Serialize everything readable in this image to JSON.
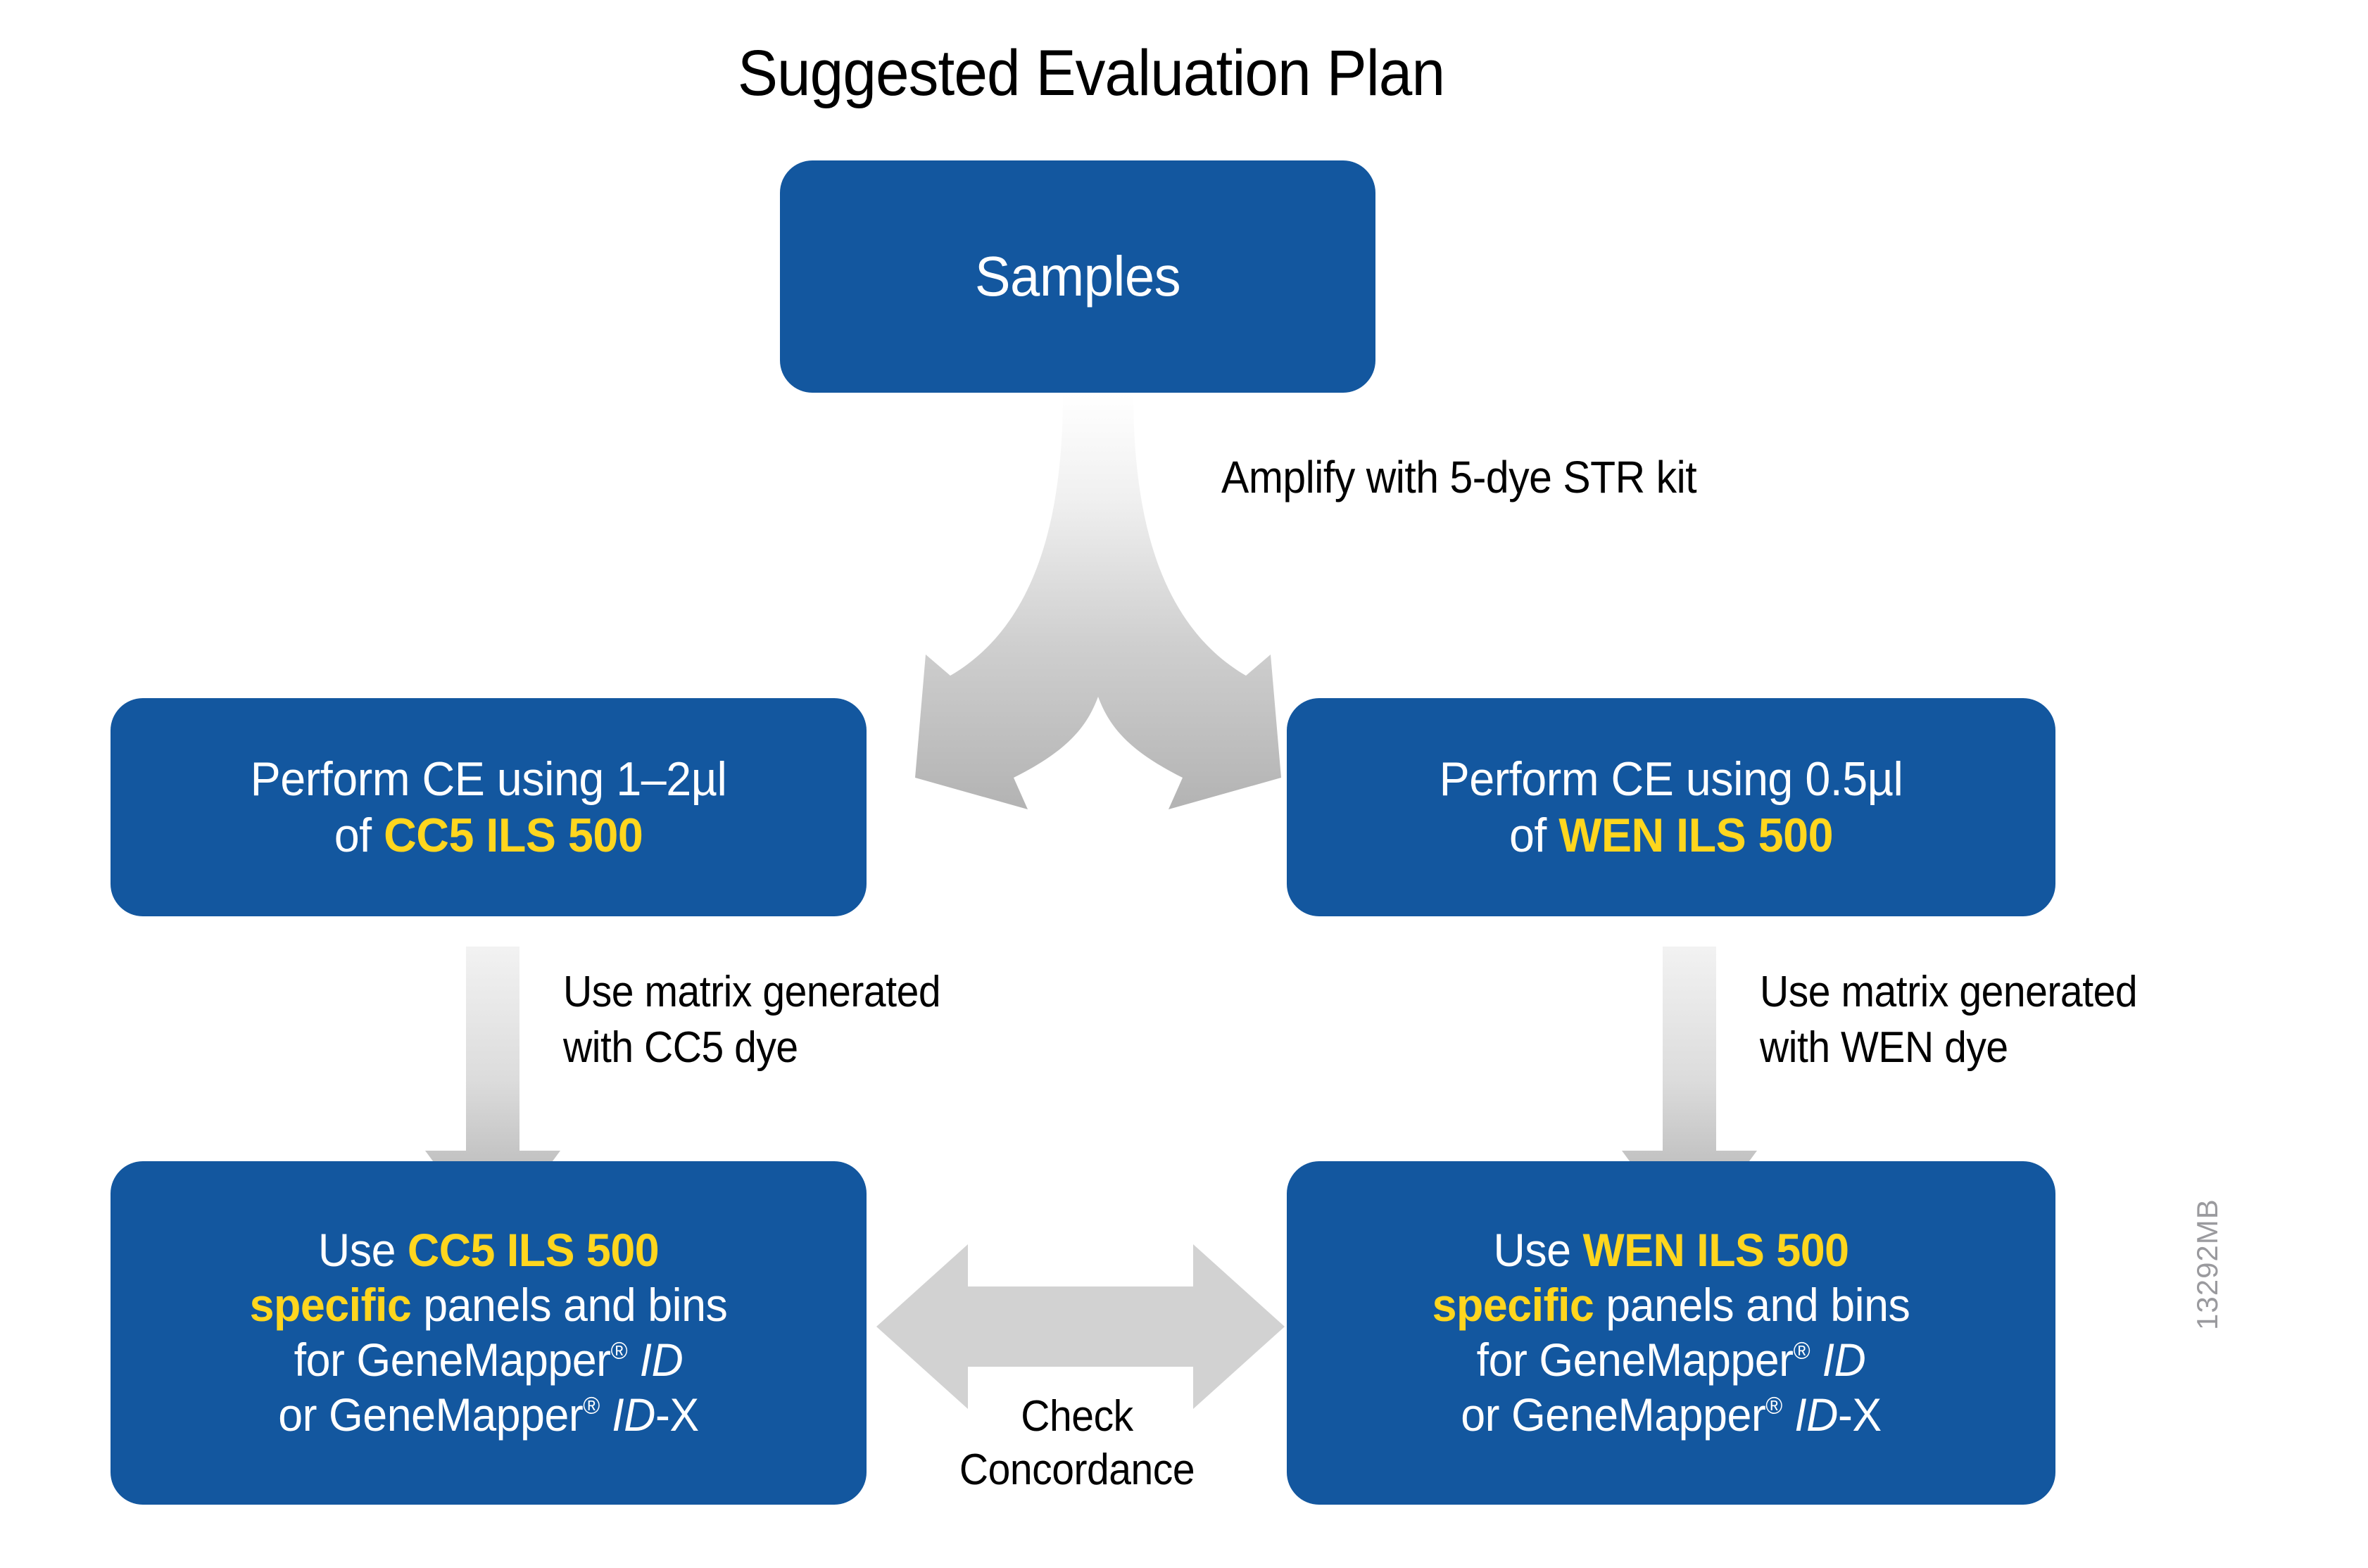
{
  "title": "Suggested Evaluation Plan",
  "colors": {
    "box_blue": "#13579f",
    "highlight_yellow": "#ffd61e",
    "arrow_gray": "#d2d2d2",
    "text_white": "#ffffff",
    "text_black": "#000000",
    "side_code_gray": "#9a9a9e",
    "background": "#ffffff"
  },
  "boxes": {
    "samples": {
      "label": "Samples"
    },
    "ce_left": {
      "line1": "Perform CE using 1–2µl",
      "line2_prefix": "of ",
      "line2_highlight": "CC5 ILS 500"
    },
    "ce_right": {
      "line1": "Perform CE using 0.5µl",
      "line2_prefix": "of ",
      "line2_highlight": "WEN ILS 500"
    },
    "panels_left": {
      "line1_prefix": "Use ",
      "line1_highlight": "CC5 ILS 500",
      "line2_highlight": "specific",
      "line2_suffix": " panels and bins",
      "line3_prefix": "for GeneMapper",
      "line3_reg": "®",
      "line3_italic": "ID",
      "line4_prefix": "or GeneMapper",
      "line4_reg": "®",
      "line4_italic": "ID",
      "line4_suffix": "-X"
    },
    "panels_right": {
      "line1_prefix": "Use ",
      "line1_highlight": "WEN ILS 500",
      "line2_highlight": "specific",
      "line2_suffix": " panels and bins",
      "line3_prefix": "for GeneMapper",
      "line3_reg": "®",
      "line3_italic": "ID",
      "line4_prefix": "or GeneMapper",
      "line4_reg": "®",
      "line4_italic": "ID",
      "line4_suffix": "-X"
    }
  },
  "annotations": {
    "amplify": "Amplify with 5-dye STR kit",
    "matrix_left": "Use matrix generated\nwith CC5 dye",
    "matrix_right": "Use matrix generated\nwith WEN dye",
    "concordance": "Check\nConcordance"
  },
  "side_code": "13292MB"
}
